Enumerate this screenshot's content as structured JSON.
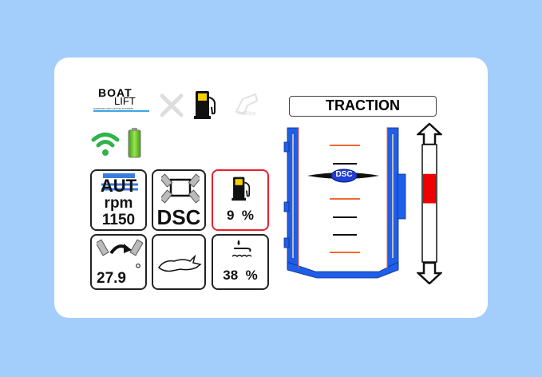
{
  "logo": {
    "line1": "BOAT",
    "line2": "LIFT",
    "tagline": "HANDLING AND LIFTING SYSTEMS"
  },
  "status_icons": [
    "wrench-icon",
    "fuel-icon",
    "adblue-icon",
    "wifi-icon",
    "battery-icon"
  ],
  "adblue_label": "AdBlue",
  "tiles": {
    "engine": {
      "mode": "AUT",
      "unit": "rpm",
      "value": "1150"
    },
    "steering": {
      "label": "DSC"
    },
    "fuel": {
      "value": "9",
      "unit": "%"
    },
    "angle": {
      "value": "27.9",
      "unit": "°"
    },
    "speed": {
      "icon": "rabbit-icon"
    },
    "coolant": {
      "value": "38",
      "unit": "%"
    }
  },
  "traction": {
    "title": "TRACTION",
    "badge": "DSC"
  },
  "cylinder": {
    "fill_from": 0.25,
    "fill_to": 0.5
  },
  "colors": {
    "alert": "#e8202a",
    "frame": "#1f5ee8",
    "indicator": "#ee0000",
    "ok": "#2fb34a"
  }
}
